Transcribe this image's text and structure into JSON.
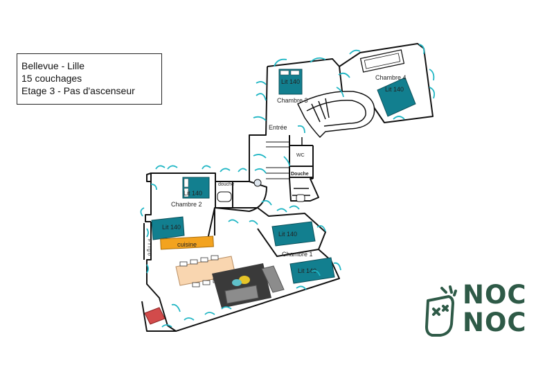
{
  "info": {
    "line1": "Bellevue  - Lille",
    "line2": "15 couchages",
    "line3": "Etage 3 - Pas d'ascenseur"
  },
  "rooms": {
    "chambre1": "Chambre 1",
    "chambre2": "Chambre 2",
    "chambre3": "Chambre 3",
    "chambre4": "Chambre 4",
    "entree": "Entrée",
    "wc": "WC",
    "douche_small": "douche",
    "douche": "Douche",
    "cuisine": "cuisine",
    "frigo": "Frigo"
  },
  "bed_label": "Lit 140",
  "logo": {
    "line1": "NOC",
    "line2": "NOC"
  },
  "colors": {
    "bed": "#127f8f",
    "door": "#20b6c4",
    "kitchen": "#f3a31f",
    "table": "#f9d6b0",
    "rug": "#3a3a3a",
    "sofa": "#8c8c8c",
    "radiator": "#d24b4b",
    "logo": "#2e5a47",
    "wall": "#111111"
  }
}
